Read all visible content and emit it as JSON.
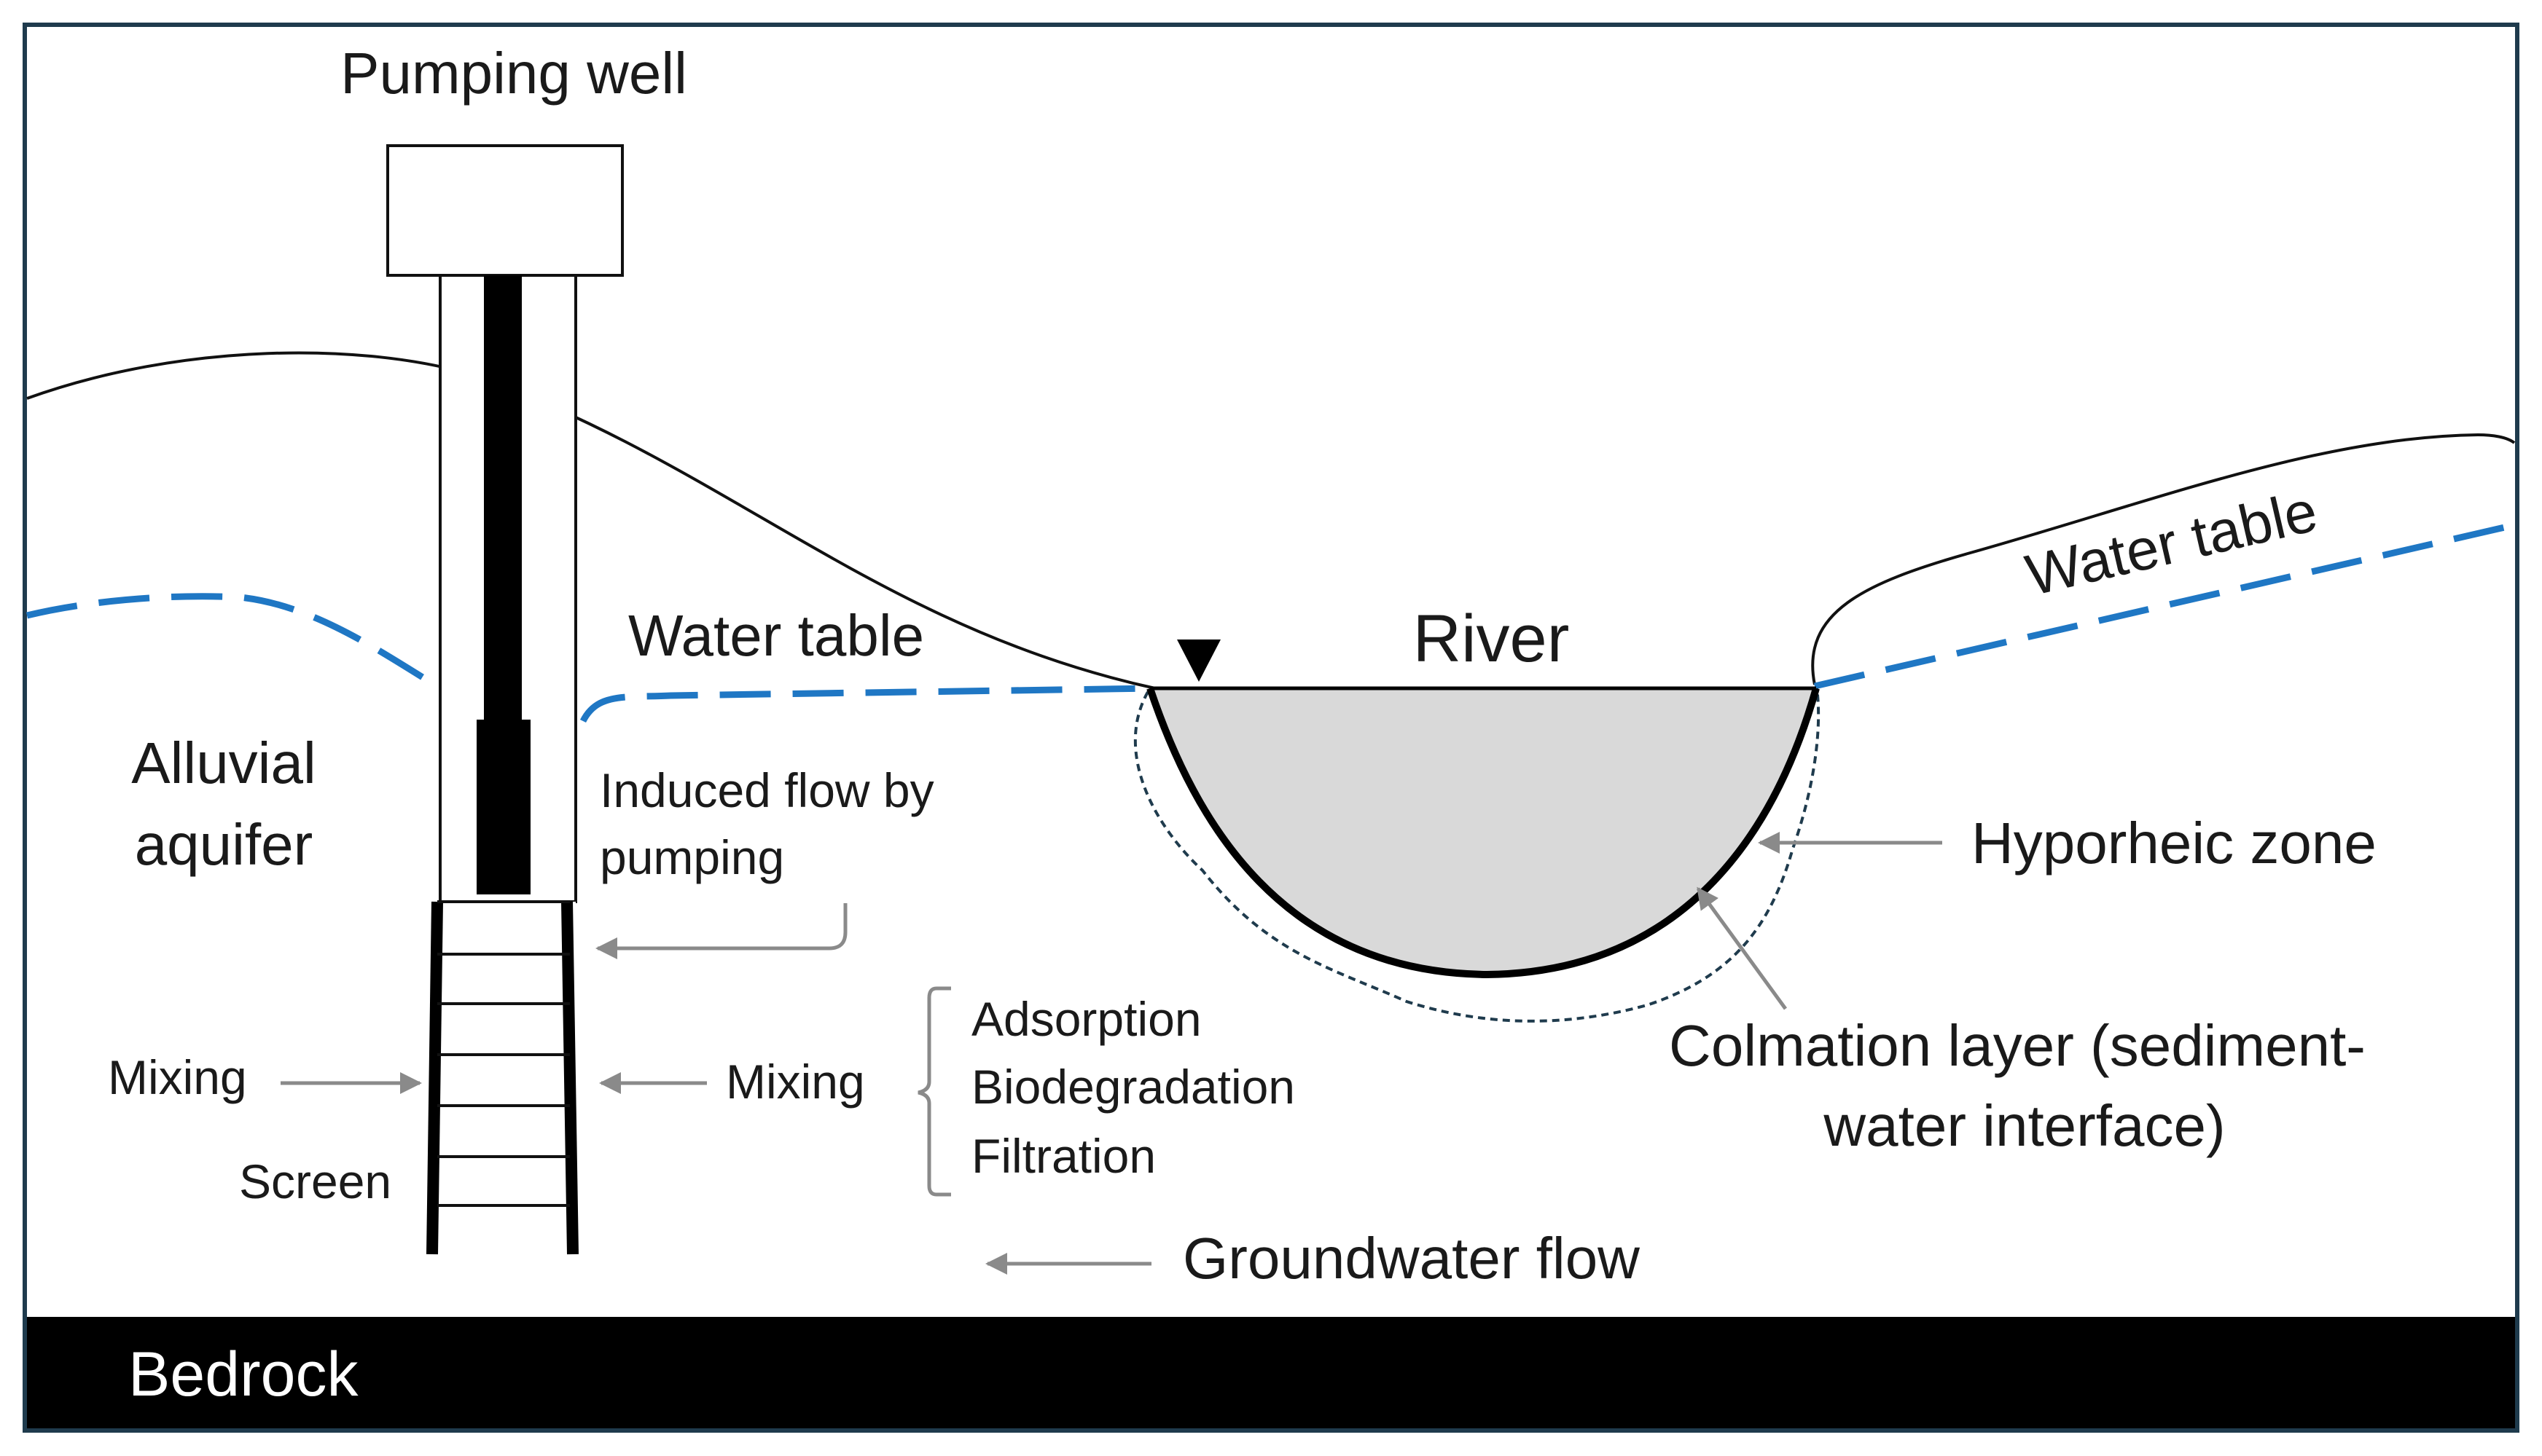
{
  "labels": {
    "pumping_well": "Pumping well",
    "water_table_left": "Water table",
    "water_table_right": "Water table",
    "river": "River",
    "alluvial_aquifer_line1": "Alluvial",
    "alluvial_aquifer_line2": "aquifer",
    "induced_flow_line1": "Induced flow by",
    "induced_flow_line2": "pumping",
    "hyporheic_zone": "Hyporheic zone",
    "colmation_line1": "Colmation layer (sediment-",
    "colmation_line2": "water interface)",
    "mixing_left": "Mixing",
    "mixing_right": "Mixing",
    "screen": "Screen",
    "processes": [
      "Adsorption",
      "Biodegradation",
      "Filtration"
    ],
    "groundwater_flow": "Groundwater flow",
    "bedrock": "Bedrock"
  },
  "colors": {
    "water_table": "#1f77c4",
    "river_fill": "#d9d9d9",
    "bedrock": "#000000",
    "frame": "#1f3b4d",
    "arrows": "#8a8a8a"
  }
}
